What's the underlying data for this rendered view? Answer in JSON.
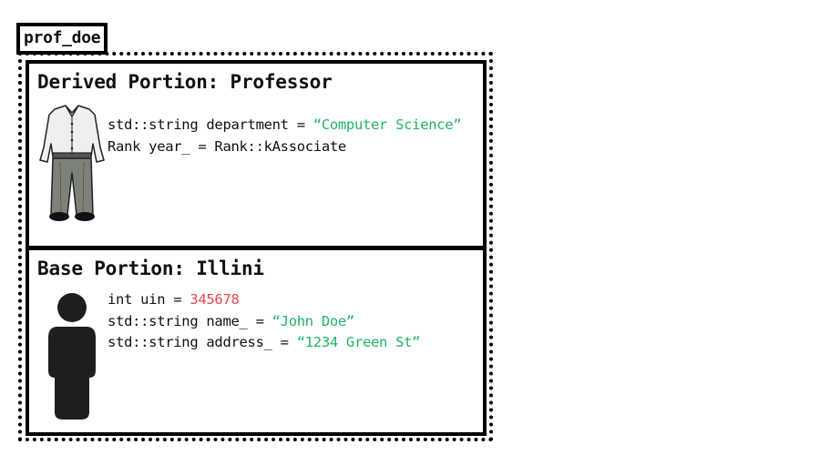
{
  "variable": {
    "name": "prof_doe"
  },
  "derived": {
    "title": "Derived Portion: Professor",
    "icon": "professor-suit-icon",
    "fields": [
      {
        "decl": "std::string department = ",
        "value": "“Computer Science”",
        "value_kind": "string"
      },
      {
        "decl": "Rank year_ = ",
        "value": "Rank::kAssociate",
        "value_kind": "plain"
      }
    ]
  },
  "base": {
    "title": "Base Portion: Illini",
    "icon": "person-silhouette-icon",
    "fields": [
      {
        "decl": "int uin = ",
        "value": "345678",
        "value_kind": "number"
      },
      {
        "decl": "std::string name_ = ",
        "value": "“John Doe”",
        "value_kind": "string"
      },
      {
        "decl": "std::string address_ = ",
        "value": "“1234 Green St”",
        "value_kind": "string"
      }
    ]
  },
  "colors": {
    "string_literal": "#1fb566",
    "number_literal": "#e8474b",
    "text": "#111111",
    "border": "#000000"
  }
}
